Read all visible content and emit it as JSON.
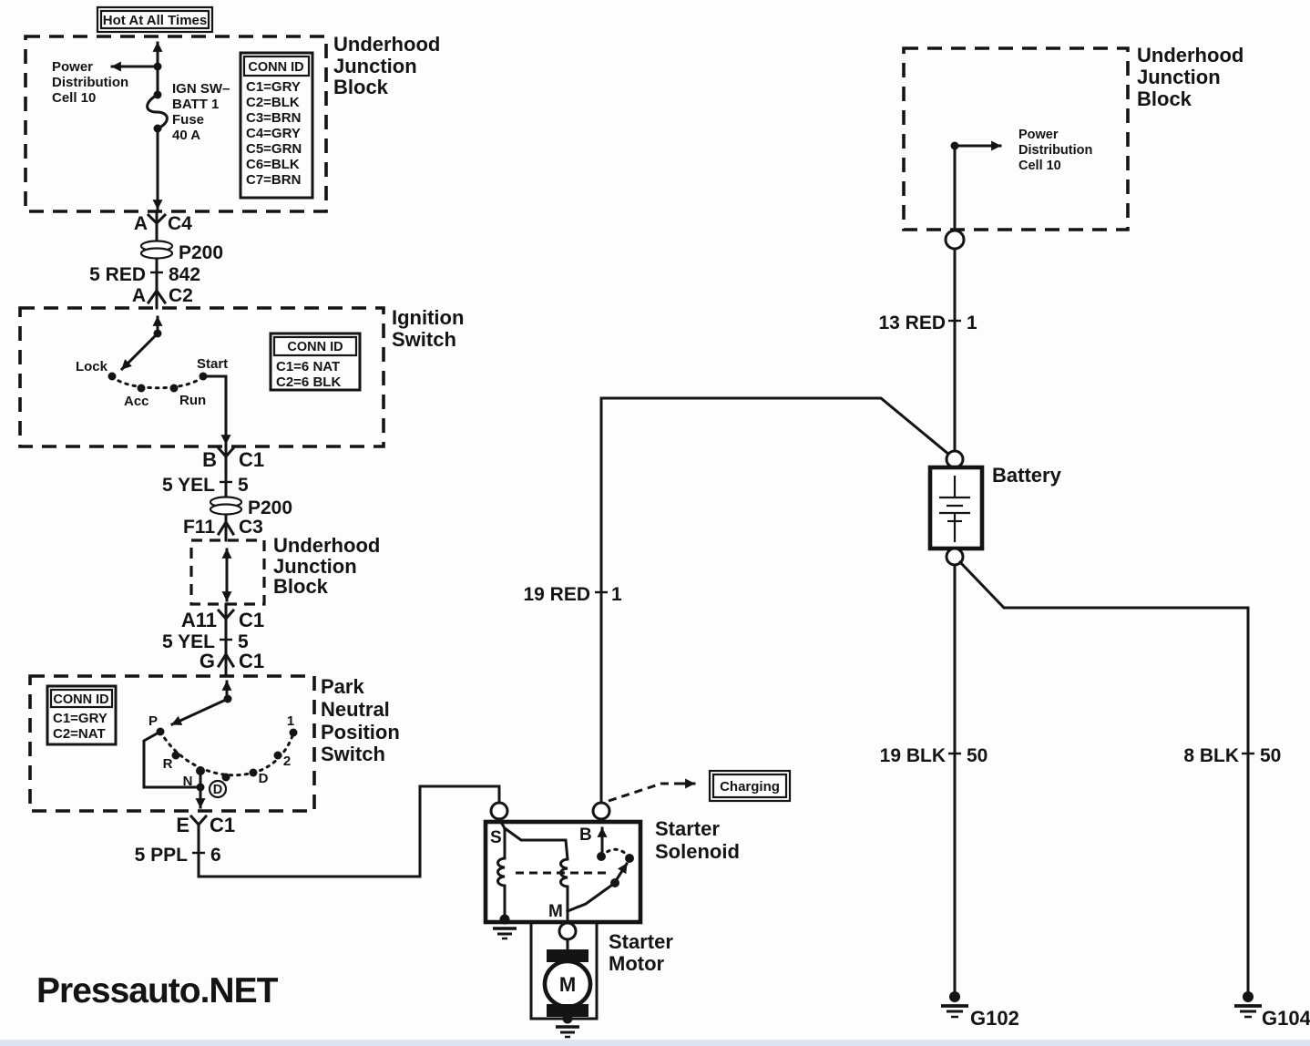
{
  "colors": {
    "ink": "#141414",
    "watermark_blue": "#2b3ca8",
    "bottom_strip": "#dce6f3"
  },
  "watermark": {
    "text": "Pressauto.NET"
  },
  "ujb_left": {
    "hot_label": "Hot At All Times",
    "title": [
      "Underhood",
      "Junction",
      "Block"
    ],
    "power_dist": [
      "Power",
      "Distribution",
      "Cell 10"
    ],
    "fuse": [
      "IGN SW–",
      "BATT 1",
      "Fuse",
      "40 A"
    ],
    "conn_id": {
      "header": "CONN ID",
      "rows": [
        "C1=GRY",
        "C2=BLK",
        "C3=BRN",
        "C4=GRY",
        "C5=GRN",
        "C6=BLK",
        "C7=BRN"
      ]
    }
  },
  "chain_top": {
    "a_c4": {
      "pin": "A",
      "cav": "C4"
    },
    "p200": "P200",
    "red842": {
      "gauge": "5 RED",
      "ckt": "842"
    },
    "a_c2": {
      "pin": "A",
      "cav": "C2"
    }
  },
  "ignition": {
    "title": [
      "Ignition",
      "Switch"
    ],
    "positions": {
      "lock": "Lock",
      "acc": "Acc",
      "run": "Run",
      "start": "Start"
    },
    "conn_id": {
      "header": "CONN ID",
      "rows": [
        "C1=6 NAT",
        "C2=6 BLK"
      ]
    }
  },
  "chain_mid": {
    "b_c1": {
      "pin": "B",
      "cav": "C1"
    },
    "yel5a": {
      "gauge": "5 YEL",
      "ckt": "5"
    },
    "p200": "P200",
    "f11_c3": {
      "pin": "F11",
      "cav": "C3"
    },
    "ujb_title": [
      "Underhood",
      "Junction",
      "Block"
    ],
    "a11_c1": {
      "pin": "A11",
      "cav": "C1"
    },
    "yel5b": {
      "gauge": "5 YEL",
      "ckt": "5"
    },
    "g_c1": {
      "pin": "G",
      "cav": "C1"
    }
  },
  "pnp": {
    "title": [
      "Park",
      "Neutral",
      "Position",
      "Switch"
    ],
    "conn_id": {
      "header": "CONN ID",
      "rows": [
        "C1=GRY",
        "C2=NAT"
      ]
    },
    "positions": {
      "p": "P",
      "r": "R",
      "n": "N",
      "d_ind": "D",
      "d": "D",
      "two": "2",
      "one": "1"
    },
    "e_c1": {
      "pin": "E",
      "cav": "C1"
    },
    "ppl6": {
      "gauge": "5 PPL",
      "ckt": "6"
    }
  },
  "solenoid": {
    "title": [
      "Starter",
      "Solenoid"
    ],
    "terminals": {
      "s": "S",
      "b": "B",
      "m": "M"
    }
  },
  "charging": {
    "label": "Charging"
  },
  "motor": {
    "title": [
      "Starter",
      "Motor"
    ],
    "m": "M"
  },
  "ujb_right": {
    "title": [
      "Underhood",
      "Junction",
      "Block"
    ],
    "power_dist": [
      "Power",
      "Distribution",
      "Cell 10"
    ]
  },
  "battery": {
    "label": "Battery"
  },
  "wires": {
    "red19": {
      "gauge": "19 RED",
      "ckt": "1"
    },
    "red13": {
      "gauge": "13 RED",
      "ckt": "1"
    },
    "blk19": {
      "gauge": "19 BLK",
      "ckt": "50"
    },
    "blk8": {
      "gauge": "8 BLK",
      "ckt": "50"
    }
  },
  "grounds": {
    "g102": "G102",
    "g104": "G104"
  }
}
